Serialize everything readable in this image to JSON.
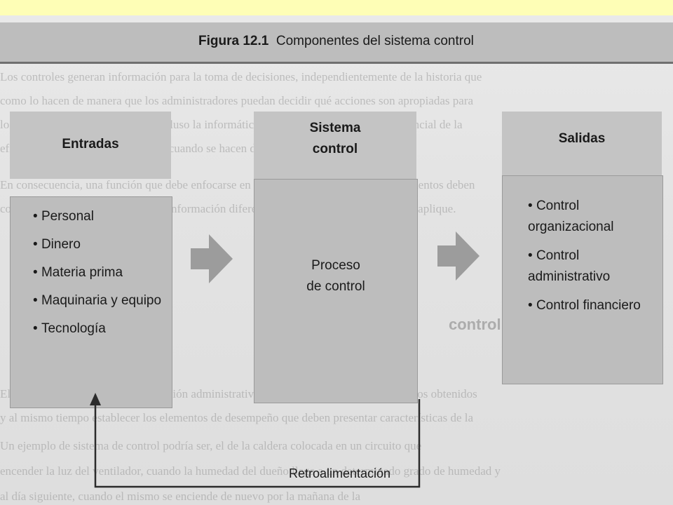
{
  "figure": {
    "title_bold": "Figura 12.1",
    "title_rest": "Componentes del sistema control"
  },
  "entradas": {
    "header": "Entradas",
    "items": [
      "Personal",
      "Dinero",
      "Materia prima",
      "Maquinaria y equipo",
      "Tecnología"
    ]
  },
  "sistema": {
    "header_line1": "Sistema",
    "header_line2": "control",
    "process_line1": "Proceso",
    "process_line2": "de control"
  },
  "salidas": {
    "header": "Salidas",
    "items": [
      "Control organizacional",
      "Control administrativo",
      "Control financiero"
    ]
  },
  "feedback": {
    "label": "Retroalimentación"
  },
  "colors": {
    "page_background": "#fefeb6",
    "scan_background": "#e3e3e3",
    "box_fill": "#bdbdbd",
    "arrow_fill": "#9c9c9c",
    "line": "#2b2b2b"
  }
}
